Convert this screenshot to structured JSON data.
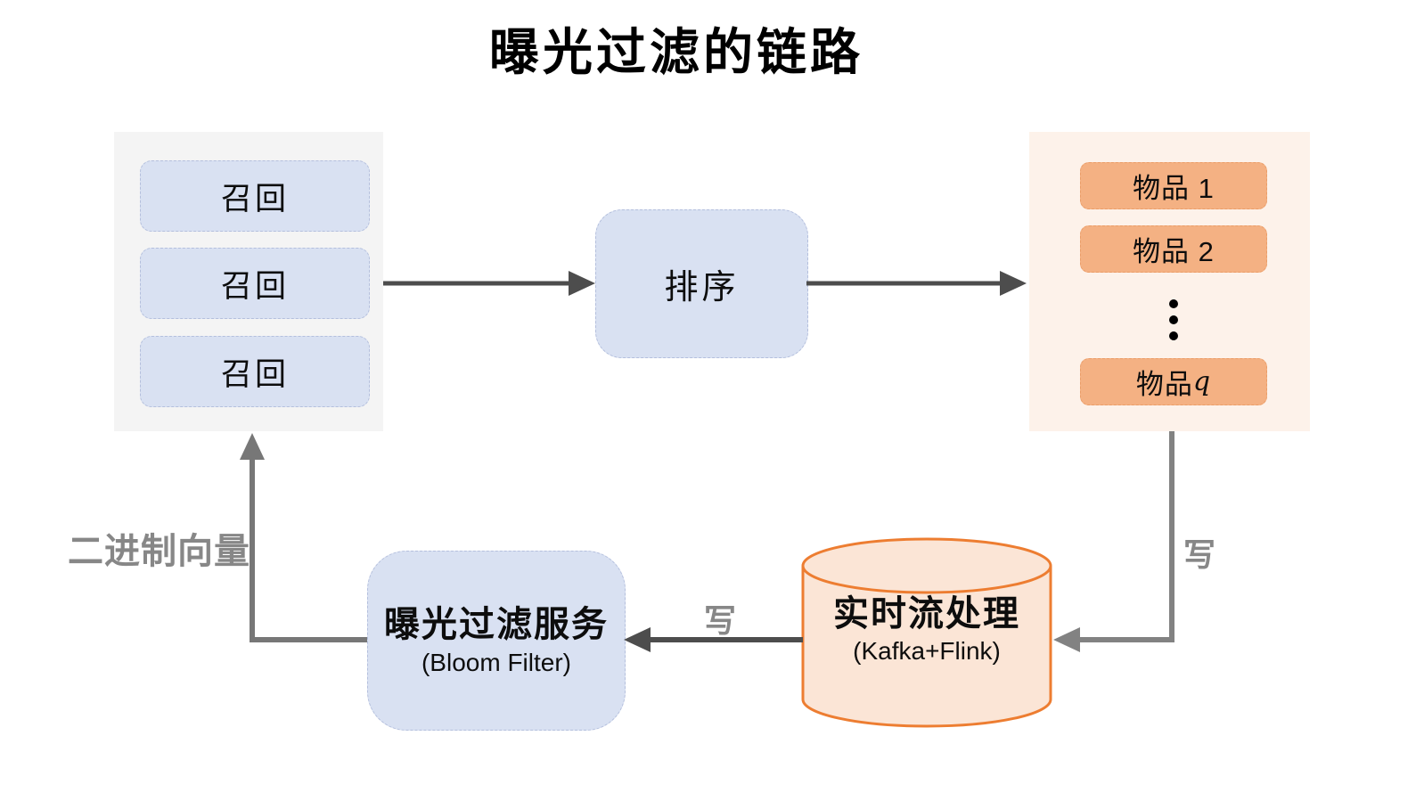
{
  "title": "曝光过滤的链路",
  "recall_panel": {
    "items": [
      "召回",
      "召回",
      "召回"
    ]
  },
  "ranking_label": "排序",
  "items_panel": {
    "item1": "物品 1",
    "item2": "物品 2",
    "ellipsis": "⋮",
    "last_item_prefix": "物品 ",
    "last_item_var": "q"
  },
  "bloom_filter": {
    "title": "曝光过滤服务",
    "subtitle": "(Bloom Filter)"
  },
  "stream_processor": {
    "title": "实时流处理",
    "subtitle": "(Kafka+Flink)"
  },
  "edge_labels": {
    "write_right": "写",
    "write_bottom": "写",
    "binary_vector": "二进制向量"
  },
  "colors": {
    "panel_gray": "#f4f4f4",
    "panel_peach": "#fdf2ea",
    "box_blue": "#d9e1f2",
    "box_orange": "#f4b183",
    "cylinder_fill": "#fbe5d6",
    "cylinder_stroke": "#ed7d31",
    "arrow_dark": "#4d4d4d",
    "arrow_gray": "#828282",
    "label_gray": "#878787"
  }
}
